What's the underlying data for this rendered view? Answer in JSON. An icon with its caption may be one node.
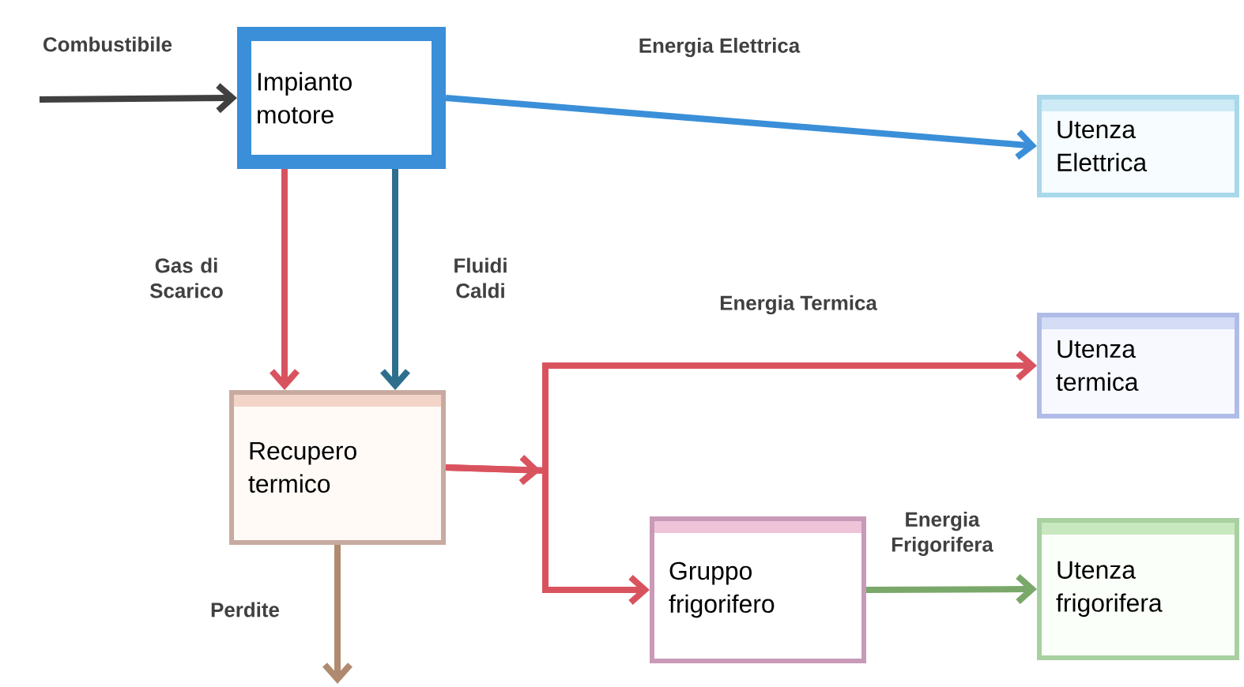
{
  "diagram": {
    "nodes": [
      {
        "text": [
          "Impianto motore"
        ]
      },
      {
        "text": [
          "Utenza Elettrica"
        ]
      },
      {
        "text": [
          "Recupero termico"
        ]
      },
      {
        "text": [
          "Utenza termica"
        ]
      },
      {
        "text": [
          "Gruppo frigorifero"
        ]
      },
      {
        "text": [
          "Utenza frigorifera"
        ]
      }
    ],
    "edges": [
      {
        "from": null,
        "to": 0,
        "arrow": "to",
        "label": "Combustibile",
        "color": "#404040"
      },
      {
        "from": 0,
        "to": 1,
        "arrow": "to",
        "label": "Energia Elettrica",
        "color": "#3a8fd8"
      },
      {
        "from": 0,
        "to": 2,
        "arrow": "to",
        "label": "Gas di Scarico",
        "color": "#d9535f"
      },
      {
        "from": 0,
        "to": 2,
        "arrow": "to",
        "label": "Fluidi Caldi",
        "color": "#2e6f8e"
      },
      {
        "from": 2,
        "to": 3,
        "arrow": "to",
        "label": "Energia Termica",
        "color": "#d9535f"
      },
      {
        "from": 2,
        "to": 4,
        "arrow": "to",
        "color": "#d9535f"
      },
      {
        "from": 4,
        "to": 5,
        "arrow": "to",
        "label": "Energia Frigorifera",
        "color": "#7aa86a"
      },
      {
        "from": 2,
        "to": null,
        "arrow": "to",
        "label": "Perdite",
        "color": "#b08a70"
      }
    ]
  }
}
